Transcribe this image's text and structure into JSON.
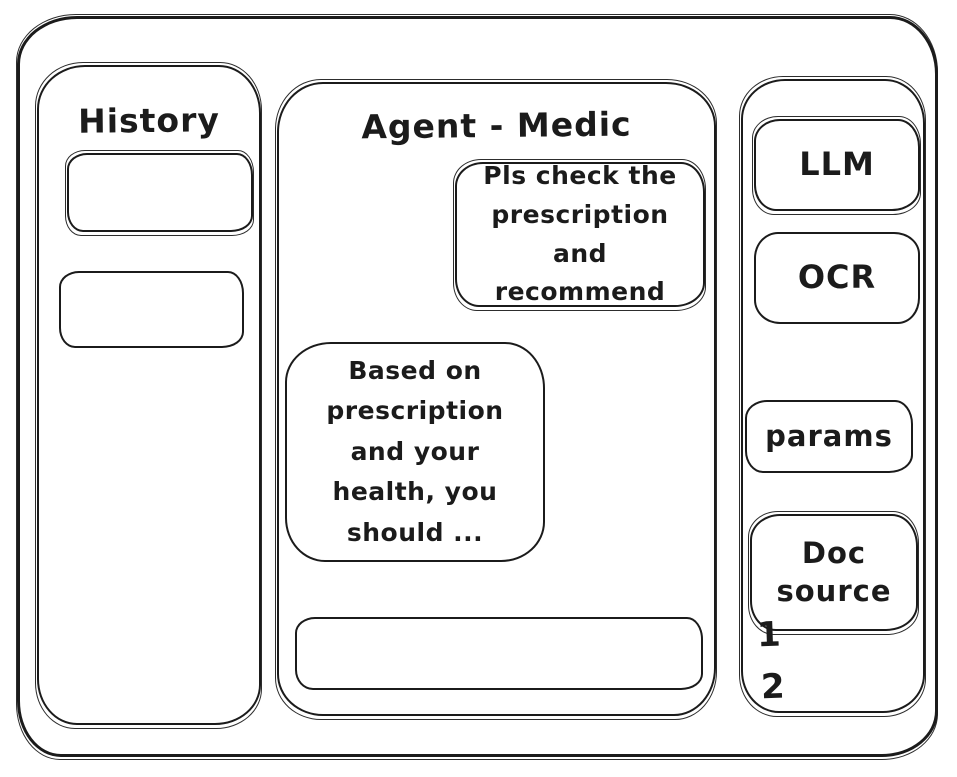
{
  "history_panel": {
    "title": "History"
  },
  "chat_panel": {
    "title": "Agent - Medic",
    "messages": [
      {
        "role": "user",
        "text": "Pls check the prescription and recommend"
      },
      {
        "role": "assistant",
        "text": "Based on prescription and your health, you should ..."
      }
    ],
    "input": {
      "value": ""
    }
  },
  "tools_panel": {
    "buttons": [
      {
        "id": "llm",
        "label": "LLM"
      },
      {
        "id": "ocr",
        "label": "OCR"
      },
      {
        "id": "params",
        "label": "params"
      },
      {
        "id": "doc-source",
        "label": "Doc source"
      }
    ],
    "doc_source_items": [
      "1",
      "2"
    ]
  },
  "colors": {
    "stroke": "#1b1b1b",
    "background": "#ffffff"
  }
}
